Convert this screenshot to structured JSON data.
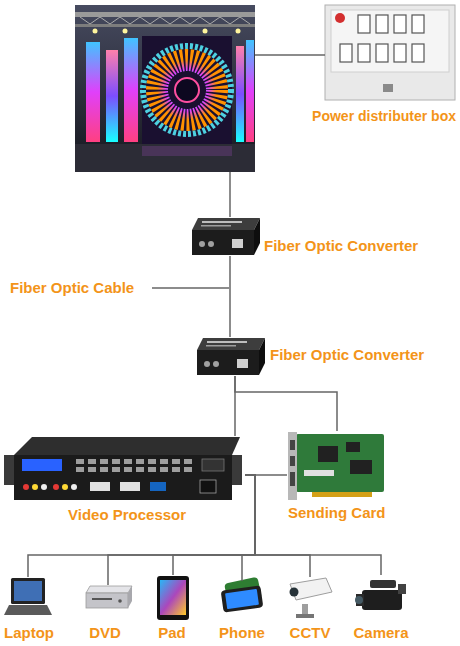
{
  "diagram": {
    "nodes": [
      {
        "text": [
          "Power distributer box"
        ]
      },
      {
        "text": [
          "Fiber Optic Converter"
        ]
      },
      {
        "text": [
          "Fiber Optic Converter"
        ]
      },
      {
        "text": [
          "Video Processor"
        ]
      },
      {
        "text": [
          "Sending Card"
        ]
      },
      {
        "text": [
          "Laptop"
        ]
      },
      {
        "text": [
          "DVD"
        ]
      },
      {
        "text": [
          "Pad"
        ]
      },
      {
        "text": [
          "Phone"
        ]
      },
      {
        "text": [
          "CCTV"
        ]
      },
      {
        "text": [
          "Camera"
        ]
      }
    ],
    "edges": [
      {
        "from": 1,
        "to": 2,
        "arrow": "none"
      },
      {
        "from": 2,
        "to": 3,
        "arrow": "none"
      },
      {
        "from": 2,
        "to": 4,
        "arrow": "none"
      },
      {
        "from": 3,
        "to": 4,
        "arrow": "none"
      },
      {
        "from": 5,
        "to": 3,
        "arrow": "none"
      },
      {
        "from": 6,
        "to": 3,
        "arrow": "none"
      },
      {
        "from": 7,
        "to": 3,
        "arrow": "none"
      },
      {
        "from": 8,
        "to": 3,
        "arrow": "none"
      },
      {
        "from": 9,
        "to": 3,
        "arrow": "none"
      },
      {
        "from": 10,
        "to": 3,
        "arrow": "none"
      }
    ],
    "labels": [
      "Fiber Optic Cable"
    ]
  }
}
